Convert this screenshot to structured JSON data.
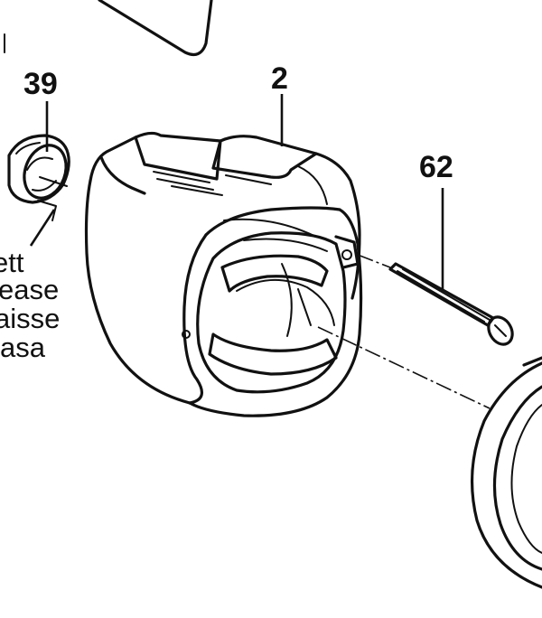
{
  "callouts": {
    "housing": "2",
    "bushing": "39",
    "screw": "62"
  },
  "grease_note": {
    "line1": "ett",
    "line2": "ease",
    "line3": "aisse",
    "line4": "asa"
  }
}
